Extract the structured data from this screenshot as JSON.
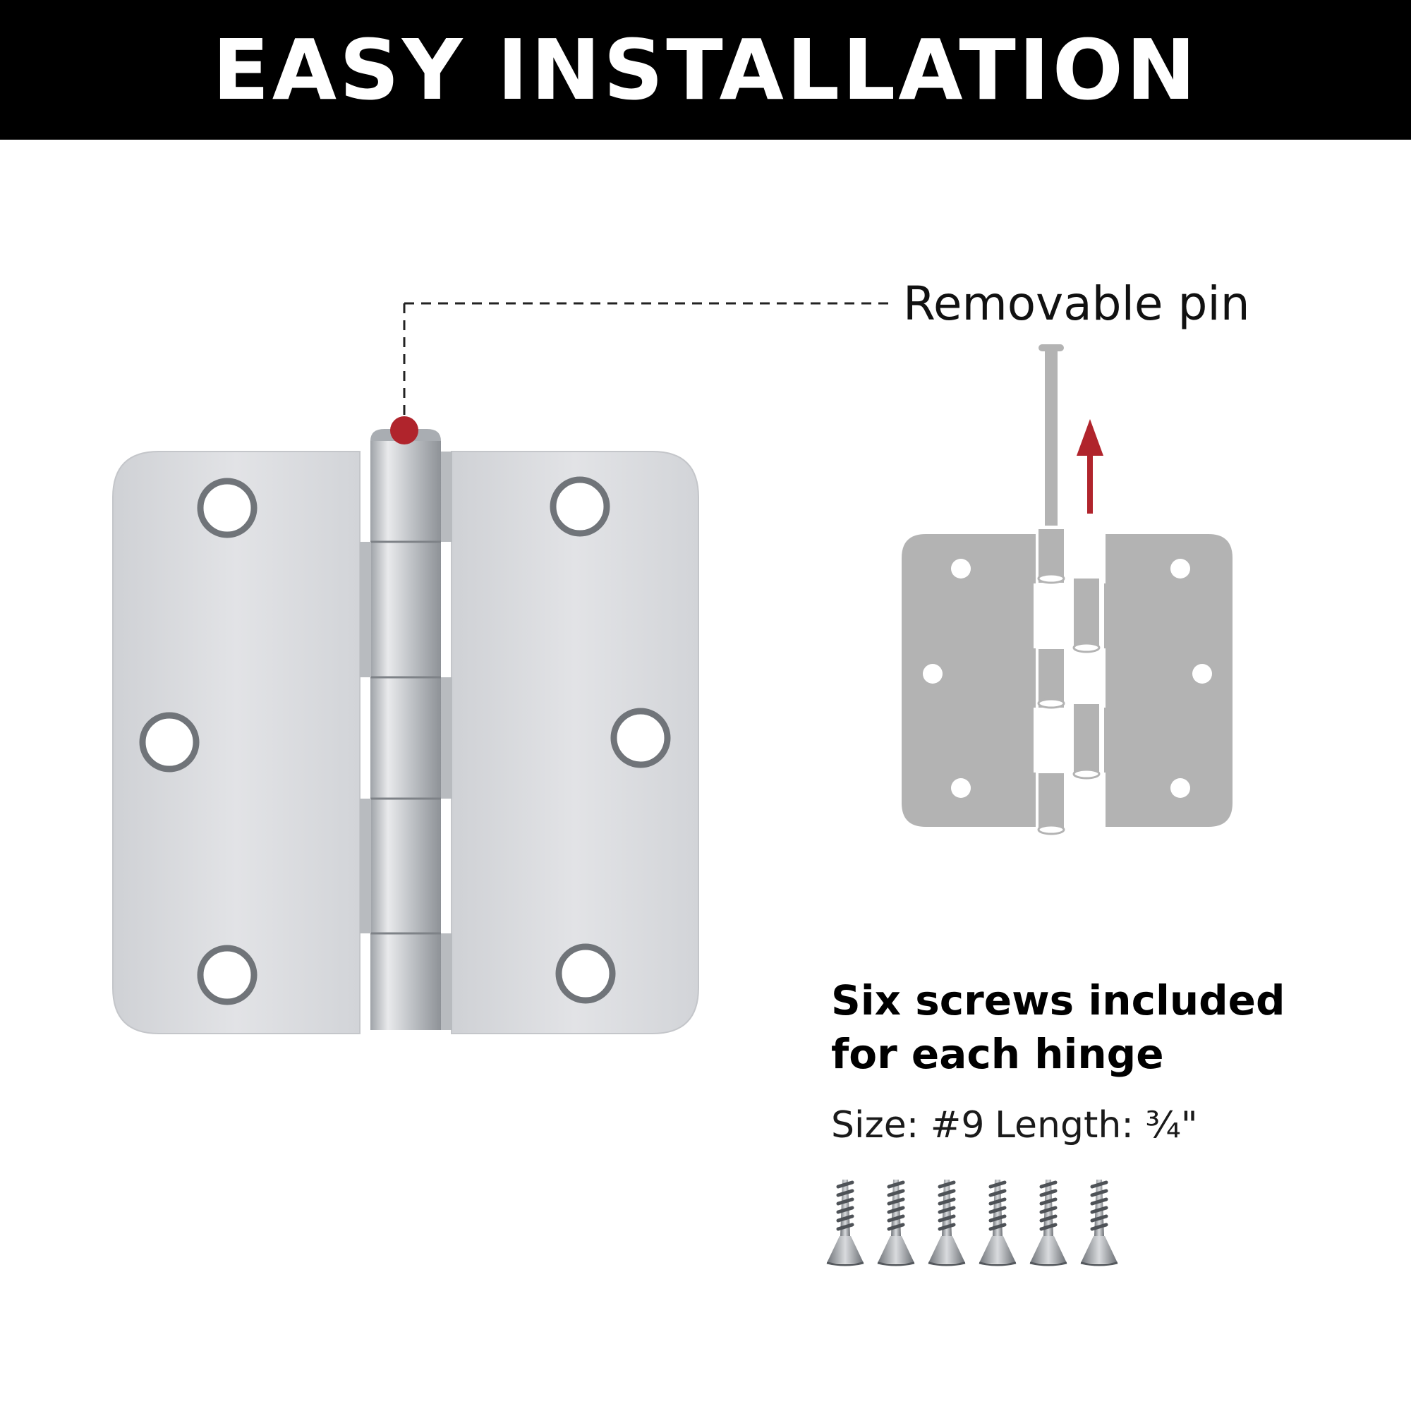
{
  "header": {
    "title": "EASY INSTALLATION"
  },
  "callout": {
    "pin_label": "Removable pin"
  },
  "screws": {
    "heading_line1": "Six screws included",
    "heading_line2": "for each hinge",
    "size_label": "Size: #9",
    "length_label": "Length: ¾\"",
    "count": 6
  },
  "icons": {
    "main": "door-hinge-photo-icon",
    "diagram": "hinge-diagram-icon",
    "arrow": "arrow-up-icon",
    "screw": "screw-icon"
  },
  "colors": {
    "header_bg": "#000000",
    "header_text": "#ffffff",
    "accent_red": "#b0242c",
    "diagram_gray": "#b3b3b3",
    "hinge_silver": "#d4d6d9"
  }
}
